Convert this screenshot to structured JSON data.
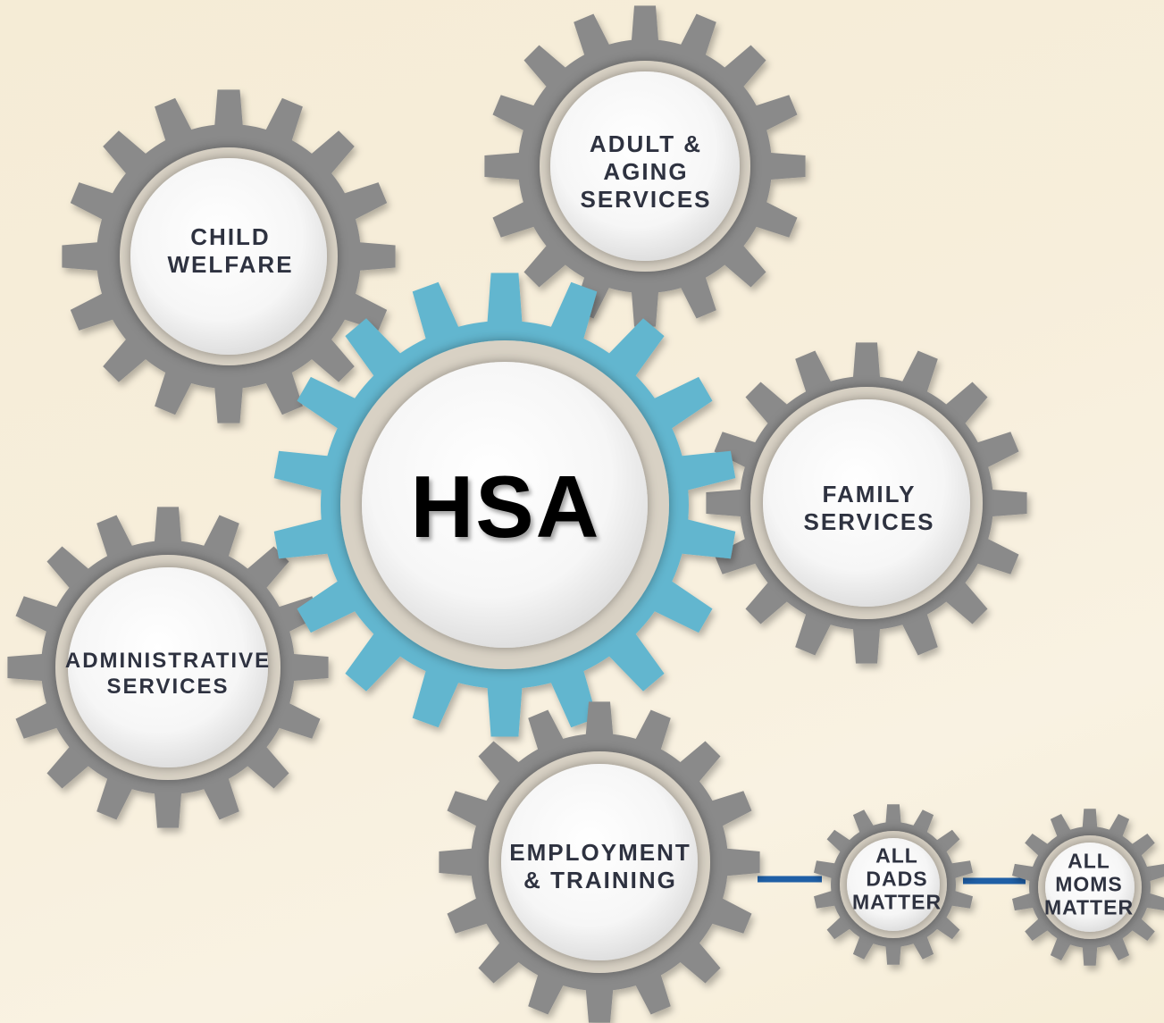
{
  "colors": {
    "gear_gray": "#8a8a8a",
    "gear_gray_shadow": "#5f5f5f",
    "gear_blue": "#62b6cf",
    "gear_blue_shadow": "#3f8aa3",
    "ring": "#d8d1c4",
    "connector": "#1f5fa6",
    "text": "#2e3240"
  },
  "hub": {
    "label": "HSA"
  },
  "gears": {
    "child_welfare": {
      "lines": [
        "CHILD",
        "WELFARE"
      ]
    },
    "adult_aging": {
      "lines": [
        "ADULT &",
        "AGING",
        "SERVICES"
      ]
    },
    "family_services": {
      "lines": [
        "FAMILY",
        "SERVICES"
      ]
    },
    "administrative": {
      "lines": [
        "ADMINISTRATIVE",
        "SERVICES"
      ]
    },
    "employment": {
      "lines": [
        "EMPLOYMENT",
        "& TRAINING"
      ]
    },
    "all_dads": {
      "lines": [
        "ALL",
        "DADS",
        "MATTER"
      ]
    },
    "all_moms": {
      "lines": [
        "ALL",
        "MOMS",
        "MATTER"
      ]
    }
  }
}
